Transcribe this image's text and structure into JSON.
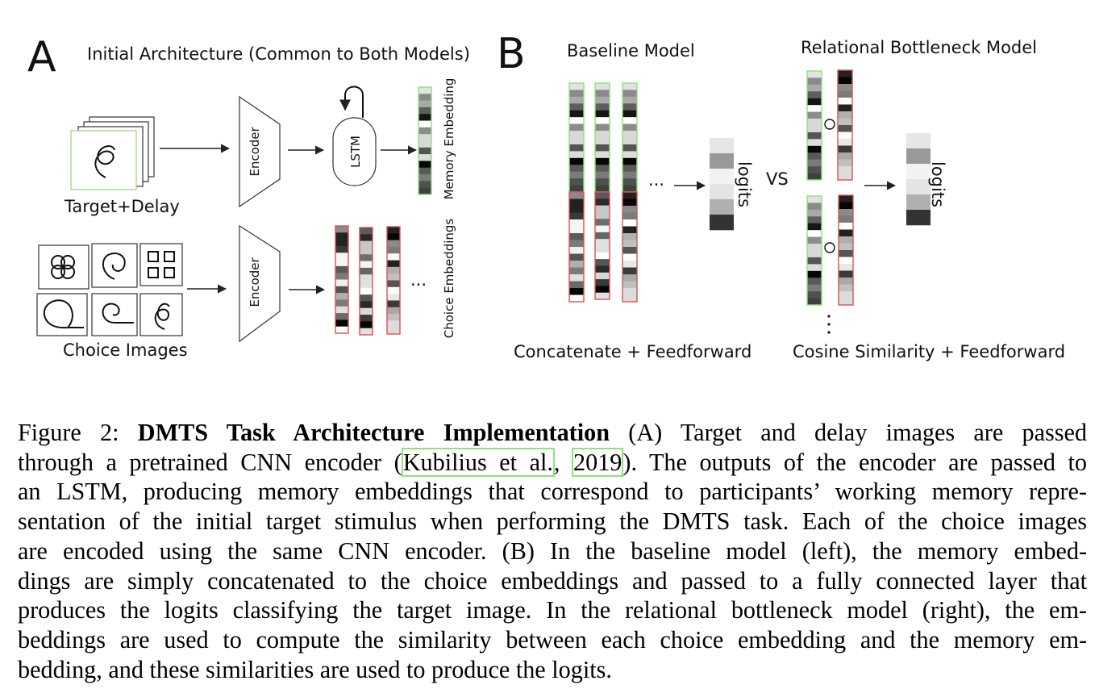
{
  "panel_a": {
    "letter": "A",
    "title": "Initial Architecture (Common to Both Models)",
    "target_label": "Target+Delay",
    "choice_label": "Choice Images",
    "encoder_label": "Encoder",
    "lstm_label": "LSTM",
    "memory_embedding_label": "Memory Embedding",
    "choice_embeddings_label": "Choice Embeddings",
    "ellipsis": "···"
  },
  "panel_b": {
    "letter": "B",
    "baseline_title": "Baseline Model",
    "relational_title": "Relational Bottleneck Model",
    "logits_label": "logits",
    "vs_label": "VS",
    "baseline_caption": "Concatenate + Feedforward",
    "relational_caption": "Cosine Similarity + Feedforward",
    "ellipsis": "···"
  },
  "embeddings": {
    "memory": [
      "#e2e2e2",
      "#8a8a8a",
      "#a9a9a9",
      "#5e5e5e",
      "#151515",
      "#ffffff",
      "#8c8c8c",
      "#d8d8d8",
      "#d8d8d8",
      "#555555",
      "#dcdcdc",
      "#060606",
      "#5a5a5a",
      "#7b7b7b",
      "#505050",
      "#404040"
    ],
    "choice_1": [
      "#8a8a8a",
      "#222222",
      "#222222",
      "#3a3a3a",
      "#f5f5f5",
      "#f5f5f5",
      "#5a5a5a",
      "#7b7b7b",
      "#f0f0f0",
      "#555555",
      "#b0b0b0",
      "#7b7b7b",
      "#e0e0e0",
      "#6a6a6a",
      "#050505",
      "#ffffff"
    ],
    "choice_2": [
      "#5a5a5a",
      "#2a2a2a",
      "#c8c8c8",
      "#c8c8c8",
      "#6e6e6e",
      "#f5f5f5",
      "#666666",
      "#e0e0e0",
      "#e0e0e0",
      "#ffffff",
      "#555555",
      "#2a2a2a",
      "#d8d8d8",
      "#3a3a3a",
      "#050505",
      "#e0e0e0"
    ],
    "choice_3": [
      "#222222",
      "#050505",
      "#8a8a8a",
      "#7b7b7b",
      "#ffffff",
      "#222222",
      "#b0b0b0",
      "#c0c0c0",
      "#555555",
      "#ffffff",
      "#e8e8e8",
      "#3a3a3a",
      "#a9a9a9",
      "#c0c0c0",
      "#dcdcdc",
      "#dcdcdc"
    ],
    "logits": [
      "#e6e6e6",
      "#999999",
      "#f2f2f2",
      "#e4e4e4",
      "#b0b0b0",
      "#333333"
    ]
  },
  "colors": {
    "memory_border": "#8de37a",
    "choice_border": "#d9534f",
    "stroke": "#222222"
  },
  "caption": {
    "prefix": "Figure 2: ",
    "bold_title": "DMTS Task Architecture Implementation",
    "lines": [
      {
        "pre": "",
        "post": "  (A) Target and delay images are passed"
      },
      {
        "pre": "through a pretrained CNN encoder (",
        "cite1": "Kubilius et al.",
        "mid": ", ",
        "cite2": "2019",
        "post": "). The outputs of the encoder are passed to"
      },
      {
        "text": "an LSTM, producing memory embeddings that correspond to participants’ working memory repre-"
      },
      {
        "text": "sentation of the initial target stimulus when performing the DMTS task. Each of the choice images"
      },
      {
        "text": "are encoded using the same CNN encoder.  (B) In the baseline model (left), the memory embed-"
      },
      {
        "text": "dings are simply concatenated to the choice embeddings and passed to a fully connected layer that"
      },
      {
        "text": "produces the logits classifying the target image. In the relational bottleneck model (right), the em-"
      },
      {
        "text": "beddings are used to compute the similarity between each choice embedding and the memory em-"
      },
      {
        "text": "bedding, and these similarities are used to produce the logits."
      }
    ]
  }
}
